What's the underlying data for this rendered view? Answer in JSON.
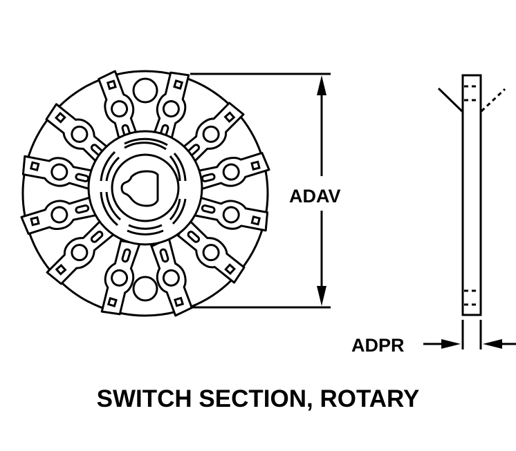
{
  "title": "SWITCH SECTION, ROTARY",
  "dimensions": {
    "diameter_label": "ADAV",
    "thickness_label": "ADPR"
  },
  "part": {
    "terminal_count": 12,
    "mounting_holes": 2
  },
  "colors": {
    "line": "#000000",
    "background": "#ffffff"
  }
}
